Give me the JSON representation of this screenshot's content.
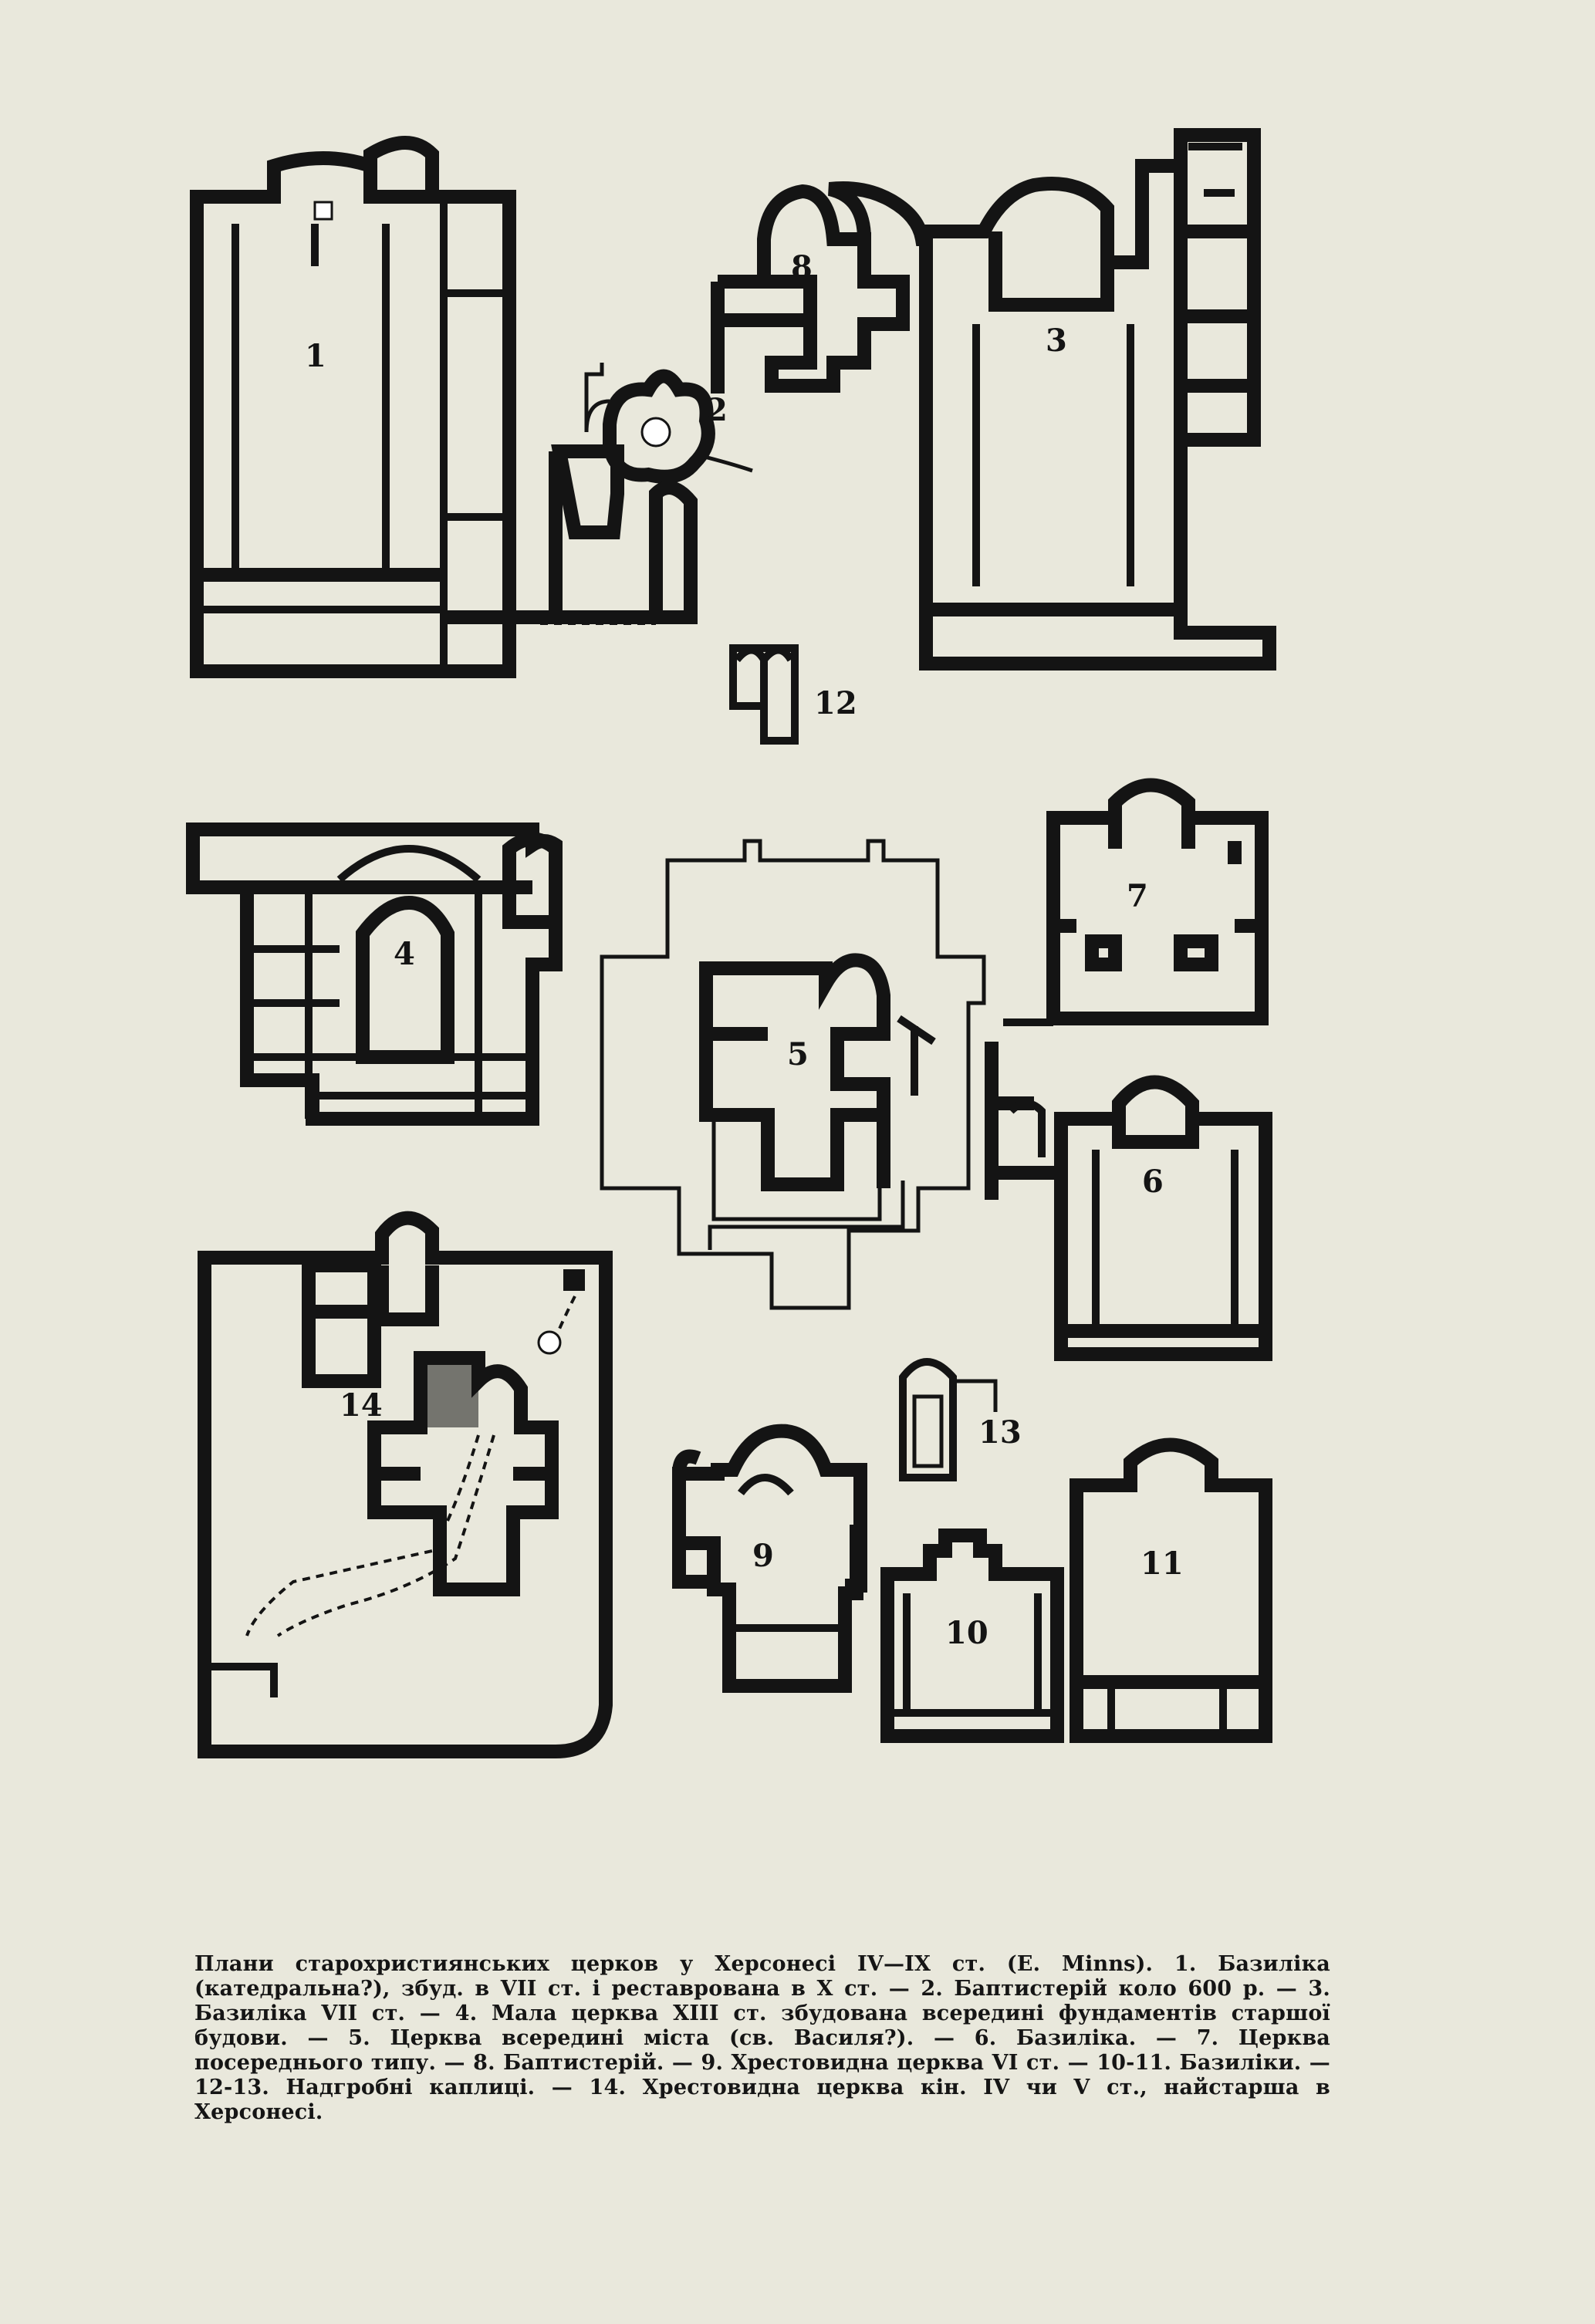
{
  "plan_labels": [
    "1",
    "2",
    "3",
    "4",
    "5",
    "6",
    "7",
    "8",
    "9",
    "10",
    "11",
    "12",
    "13",
    "14"
  ],
  "caption": "Плани старохристиянських церков у Херсонесі IV—IX ст. (E. Minns). 1. Базиліка (катедральна?), збуд. в VII ст. і реставрована в X ст. — 2. Баптистерій коло 600 р. — 3. Базиліка VII ст. — 4. Мала церква XIII ст. збудована всередині фундаментів старшої будови. — 5. Церква всередині міста (св. Василя?). — 6. Базиліка. — 7. Церква посереднього типу. — 8. Баптистерій. — 9. Хрестовидна церква VI ст. — 10-11. Базиліки. — 12-13. Надгробні каплиці. — 14. Хрестовидна церква кін. IV чи V ст., найстарша в Херсонесі.",
  "colors": {
    "paper": "#e9e8dc",
    "ink": "#141414"
  }
}
